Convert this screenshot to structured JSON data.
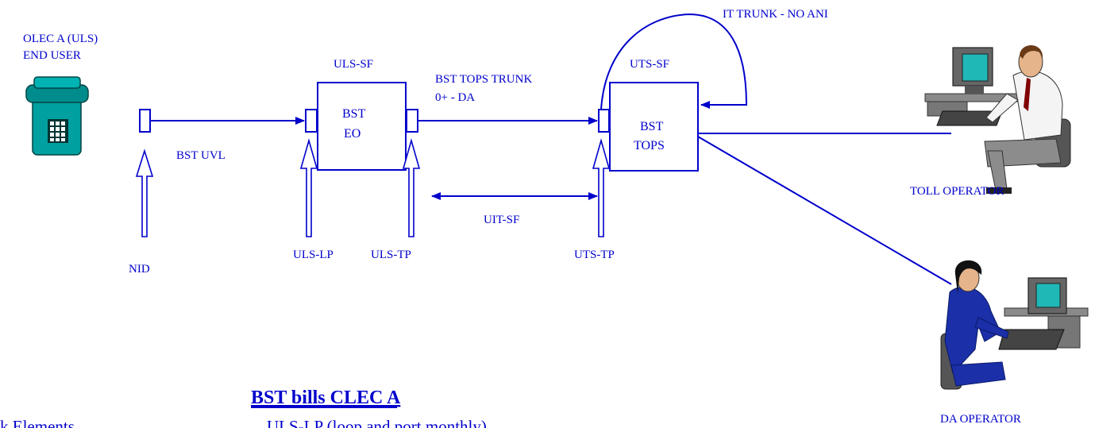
{
  "end_user": {
    "line1": "OLEC A (ULS)",
    "line2": "END USER",
    "icon": "telephone-icon"
  },
  "links": {
    "uvl": "BST UVL",
    "tops_trunk_line1": "BST  TOPS TRUNK",
    "tops_trunk_line2": "0+ -  DA",
    "uit": "UIT-SF",
    "it_trunk": "IT TRUNK - NO ANI"
  },
  "nodes": {
    "eo_line1": "BST",
    "eo_line2": "EO",
    "eo_tag": "ULS-SF",
    "tops_line1": "BST",
    "tops_line2": "TOPS",
    "tops_tag": "UTS-SF"
  },
  "points": {
    "nid": "NID",
    "uls_lp": "ULS-LP",
    "uls_tp": "ULS-TP",
    "uts_tp": "UTS-TP"
  },
  "operators": {
    "toll": "TOLL OPERATOR",
    "da": "DA OPERATOR",
    "toll_icon": "male-operator-at-computer-icon",
    "da_icon": "female-operator-at-computer-icon"
  },
  "billing": {
    "title": "BST bills CLEC A",
    "left_partial": "k Elements",
    "line1_partial": "ULS-LP (loop and port monthly)"
  },
  "colors": {
    "line": "#0000cc",
    "text": "#0000cc",
    "phone": "#009999"
  }
}
